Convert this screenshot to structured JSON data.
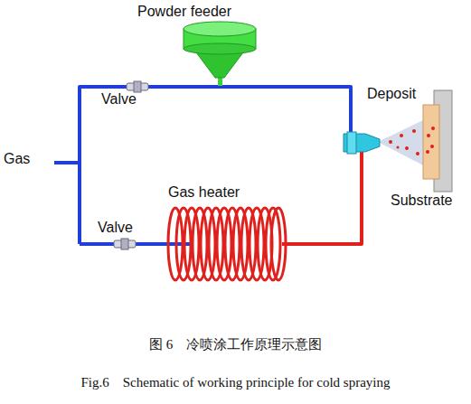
{
  "diagram": {
    "caption": "图 6　冷喷涂工作原理示意图",
    "nodes": [
      {
        "text": [
          "Powder feeder"
        ]
      },
      {
        "text": [
          "Gas heater"
        ]
      },
      {
        "text": [
          "Substrate"
        ]
      }
    ],
    "labels": [
      "Valve",
      "Gas",
      "Valve",
      "Deposit",
      "Fig.6　Schematic of working principle for cold spraying"
    ]
  }
}
